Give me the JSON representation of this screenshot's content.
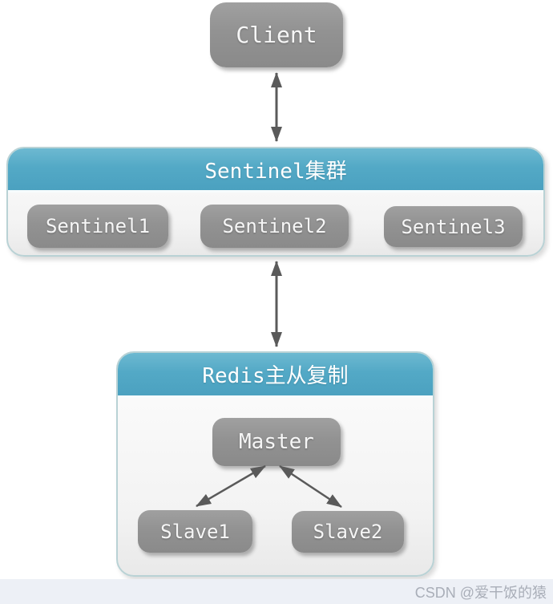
{
  "diagram": {
    "client": {
      "label": "Client"
    },
    "sentinel_cluster": {
      "title": "Sentinel集群",
      "nodes": [
        {
          "label": "Sentinel1"
        },
        {
          "label": "Sentinel2"
        },
        {
          "label": "Sentinel3"
        }
      ]
    },
    "redis_replication": {
      "title": "Redis主从复制",
      "master": {
        "label": "Master"
      },
      "slaves": [
        {
          "label": "Slave1"
        },
        {
          "label": "Slave2"
        }
      ]
    },
    "connections": [
      {
        "from": "Client",
        "to": "Sentinel集群",
        "direction": "bidirectional"
      },
      {
        "from": "Sentinel集群",
        "to": "Redis主从复制",
        "direction": "bidirectional"
      },
      {
        "from": "Master",
        "to": "Slave1",
        "direction": "bidirectional"
      },
      {
        "from": "Master",
        "to": "Slave2",
        "direction": "bidirectional"
      }
    ]
  },
  "colors": {
    "node_gray": "#919191",
    "header_blue": "#53a9c6",
    "container_border": "#b9d2d5",
    "arrow": "#5a5a5a",
    "watermark_bg": "#edf0f6",
    "watermark_text": "#a9aeb8"
  },
  "watermark": {
    "text": "CSDN @爱干饭的猿"
  }
}
